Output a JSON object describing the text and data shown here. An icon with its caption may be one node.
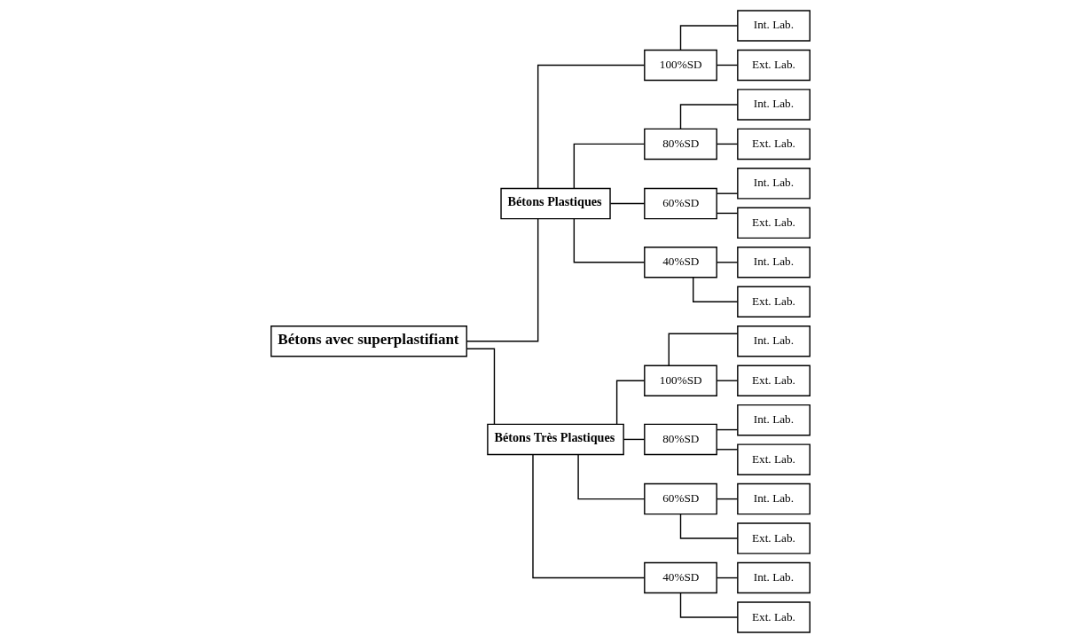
{
  "diagram": {
    "nodes": [
      {
        "text": [
          "Bétons avec superplastifiant"
        ]
      },
      {
        "text": [
          "Bétons Plastiques"
        ]
      },
      {
        "text": [
          "100%SD"
        ]
      },
      {
        "text": [
          "Int. Lab."
        ]
      },
      {
        "text": [
          "Ext. Lab."
        ]
      },
      {
        "text": [
          "80%SD"
        ]
      },
      {
        "text": [
          "Int. Lab."
        ]
      },
      {
        "text": [
          "Ext. Lab."
        ]
      },
      {
        "text": [
          "60%SD"
        ]
      },
      {
        "text": [
          "Int. Lab."
        ]
      },
      {
        "text": [
          "Ext. Lab."
        ]
      },
      {
        "text": [
          "40%SD"
        ]
      },
      {
        "text": [
          "Int. Lab."
        ]
      },
      {
        "text": [
          "Ext. Lab."
        ]
      },
      {
        "text": [
          "Bétons Très Plastiques"
        ]
      },
      {
        "text": [
          "100%SD"
        ]
      },
      {
        "text": [
          "Int. Lab."
        ]
      },
      {
        "text": [
          "Ext. Lab."
        ]
      },
      {
        "text": [
          "80%SD"
        ]
      },
      {
        "text": [
          "Int. Lab."
        ]
      },
      {
        "text": [
          "Ext. Lab."
        ]
      },
      {
        "text": [
          "60%SD"
        ]
      },
      {
        "text": [
          "Int. Lab."
        ]
      },
      {
        "text": [
          "Ext. Lab."
        ]
      },
      {
        "text": [
          "40%SD"
        ]
      },
      {
        "text": [
          "Int. Lab."
        ]
      },
      {
        "text": [
          "Ext. Lab."
        ]
      }
    ],
    "edges": [
      {
        "from": 0,
        "to": 1,
        "arrow": "none"
      },
      {
        "from": 0,
        "to": 14,
        "arrow": "none"
      },
      {
        "from": 1,
        "to": 2,
        "arrow": "none"
      },
      {
        "from": 1,
        "to": 5,
        "arrow": "none"
      },
      {
        "from": 1,
        "to": 8,
        "arrow": "none"
      },
      {
        "from": 1,
        "to": 11,
        "arrow": "none"
      },
      {
        "from": 2,
        "to": 3,
        "arrow": "none"
      },
      {
        "from": 2,
        "to": 4,
        "arrow": "none"
      },
      {
        "from": 5,
        "to": 6,
        "arrow": "none"
      },
      {
        "from": 5,
        "to": 7,
        "arrow": "none"
      },
      {
        "from": 8,
        "to": 9,
        "arrow": "none"
      },
      {
        "from": 8,
        "to": 10,
        "arrow": "none"
      },
      {
        "from": 11,
        "to": 12,
        "arrow": "none"
      },
      {
        "from": 11,
        "to": 13,
        "arrow": "none"
      },
      {
        "from": 14,
        "to": 15,
        "arrow": "none"
      },
      {
        "from": 14,
        "to": 18,
        "arrow": "none"
      },
      {
        "from": 14,
        "to": 21,
        "arrow": "none"
      },
      {
        "from": 14,
        "to": 24,
        "arrow": "none"
      },
      {
        "from": 15,
        "to": 16,
        "arrow": "none"
      },
      {
        "from": 15,
        "to": 17,
        "arrow": "none"
      },
      {
        "from": 18,
        "to": 19,
        "arrow": "none"
      },
      {
        "from": 18,
        "to": 20,
        "arrow": "none"
      },
      {
        "from": 21,
        "to": 22,
        "arrow": "none"
      },
      {
        "from": 21,
        "to": 23,
        "arrow": "none"
      },
      {
        "from": 24,
        "to": 25,
        "arrow": "none"
      },
      {
        "from": 24,
        "to": 26,
        "arrow": "none"
      }
    ]
  }
}
